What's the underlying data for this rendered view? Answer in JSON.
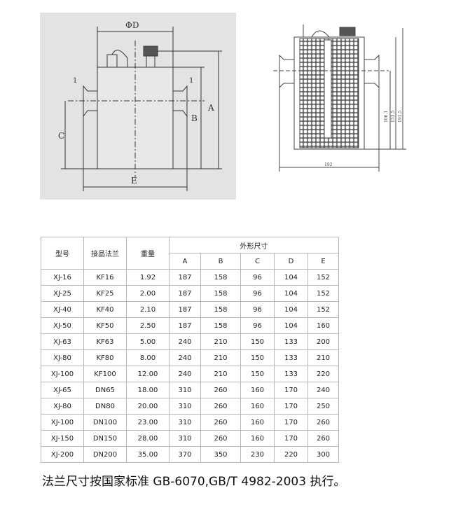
{
  "drawing_left": {
    "labels": {
      "phi_d": "ΦD",
      "a": "A",
      "b": "B",
      "c": "C",
      "e": "E",
      "part1_left": "1",
      "part1_right": "1"
    }
  },
  "drawing_right": {
    "labels": {
      "d1": "106.1",
      "d2": "153.5",
      "d3": "191.5",
      "w": "192"
    }
  },
  "table": {
    "headers": {
      "model": "型号",
      "flange": "接品法兰",
      "weight": "重量",
      "dims": "外形尺寸",
      "cols": [
        "A",
        "B",
        "C",
        "D",
        "E"
      ]
    },
    "rows": [
      [
        "XJ-16",
        "KF16",
        "1.92",
        "187",
        "158",
        "96",
        "104",
        "152"
      ],
      [
        "XJ-25",
        "KF25",
        "2.00",
        "187",
        "158",
        "96",
        "104",
        "152"
      ],
      [
        "XJ-40",
        "KF40",
        "2.10",
        "187",
        "158",
        "96",
        "104",
        "152"
      ],
      [
        "XJ-50",
        "KF50",
        "2.50",
        "187",
        "158",
        "96",
        "104",
        "160"
      ],
      [
        "XJ-63",
        "KF63",
        "5.00",
        "240",
        "210",
        "150",
        "133",
        "200"
      ],
      [
        "XJ-80",
        "KF80",
        "8.00",
        "240",
        "210",
        "150",
        "133",
        "210"
      ],
      [
        "XJ-100",
        "KF100",
        "12.00",
        "240",
        "210",
        "150",
        "133",
        "220"
      ],
      [
        "XJ-65",
        "DN65",
        "18.00",
        "310",
        "260",
        "160",
        "170",
        "240"
      ],
      [
        "XJ-80",
        "DN80",
        "20.00",
        "310",
        "260",
        "160",
        "170",
        "250"
      ],
      [
        "XJ-100",
        "DN100",
        "23.00",
        "310",
        "260",
        "160",
        "170",
        "260"
      ],
      [
        "XJ-150",
        "DN150",
        "28.00",
        "310",
        "260",
        "160",
        "170",
        "260"
      ],
      [
        "XJ-200",
        "DN200",
        "35.00",
        "370",
        "350",
        "230",
        "220",
        "300"
      ]
    ]
  },
  "note": "法兰尺寸按国家标准 GB-6070,GB/T 4982-2003 执行。"
}
